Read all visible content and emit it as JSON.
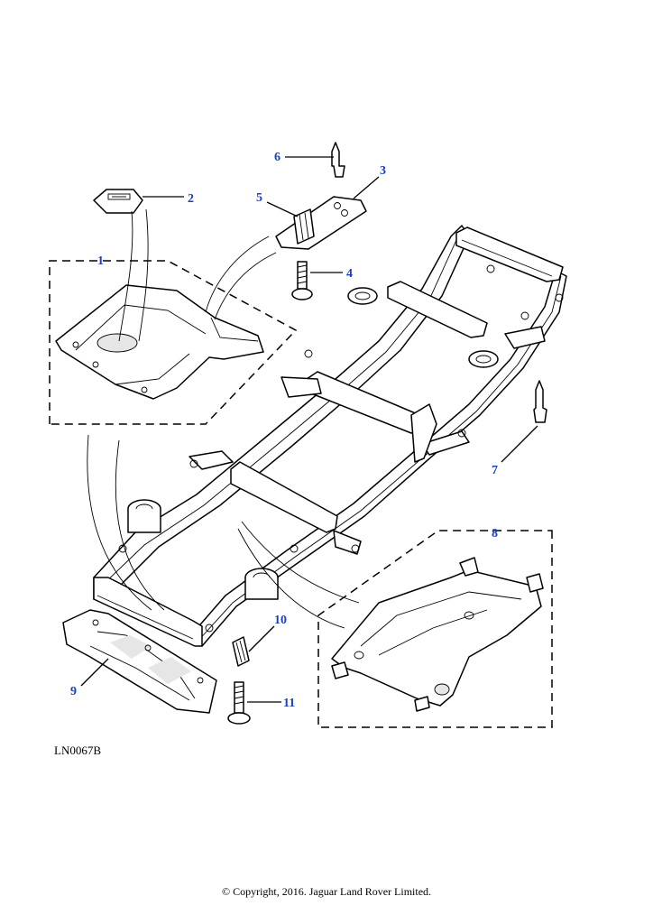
{
  "diagram": {
    "reference_code": "LN0067B",
    "callouts": [
      "1",
      "2",
      "3",
      "4",
      "5",
      "6",
      "7",
      "8",
      "9",
      "10",
      "11"
    ]
  },
  "footer": {
    "copyright": "© Copyright, 2016. Jaguar Land Rover Limited."
  },
  "colors": {
    "callout": "#1a3fc4",
    "line": "#000000",
    "shade": "#e6e6e6"
  }
}
